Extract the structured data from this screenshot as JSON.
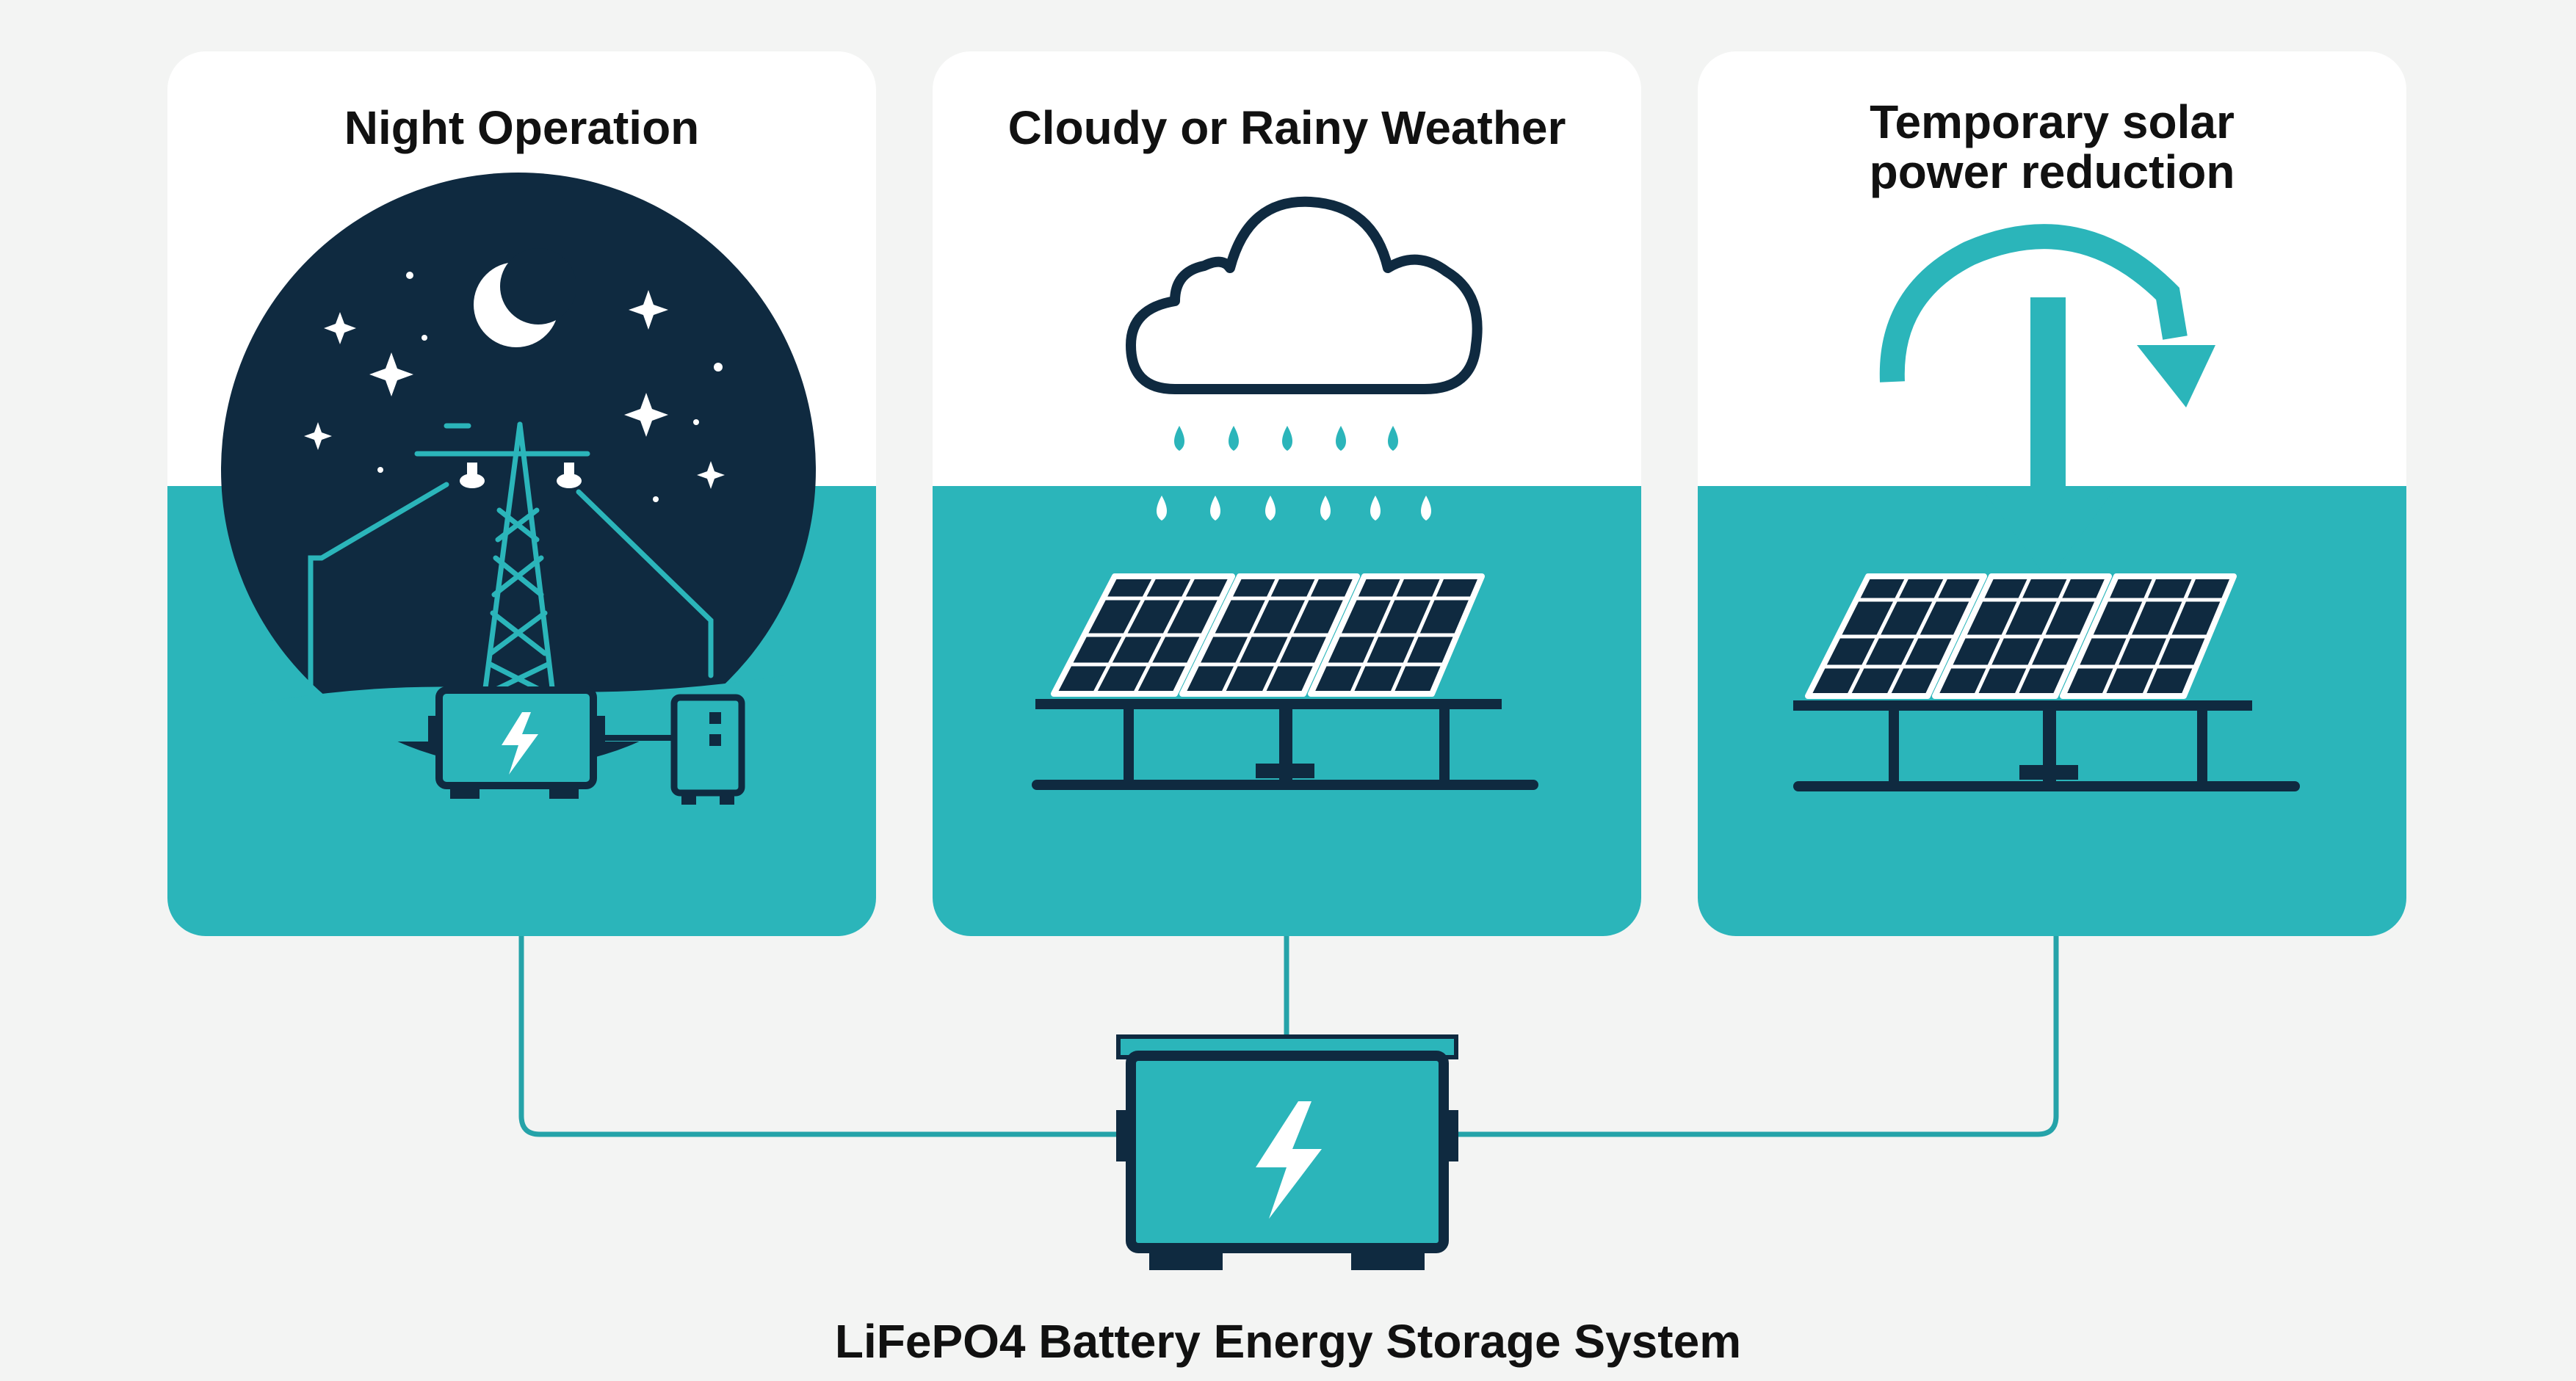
{
  "colors": {
    "background": "#f3f4f3",
    "panel_top": "#ffffff",
    "teal": "#2bb5ba",
    "navy": "#0f2a40",
    "line": "#25a3a9",
    "white": "#ffffff"
  },
  "panels": [
    {
      "title": "Night Operation",
      "icons": [
        "moon-icon",
        "star-icon",
        "transmission-tower-icon",
        "battery-icon",
        "control-box-icon"
      ]
    },
    {
      "title": "Cloudy or Rainy Weather",
      "icons": [
        "cloud-icon",
        "raindrop-icon",
        "solar-panel-icon"
      ]
    },
    {
      "title": "Temporary solar power reduction",
      "title_lines": [
        "Temporary solar",
        "power reduction"
      ],
      "icons": [
        "curved-arrow-icon",
        "down-arrow-icon",
        "solar-panel-icon"
      ]
    }
  ],
  "central_battery": {
    "label": "LiFePO4 Battery Energy Storage System",
    "icon": "lightning-bolt-icon"
  }
}
